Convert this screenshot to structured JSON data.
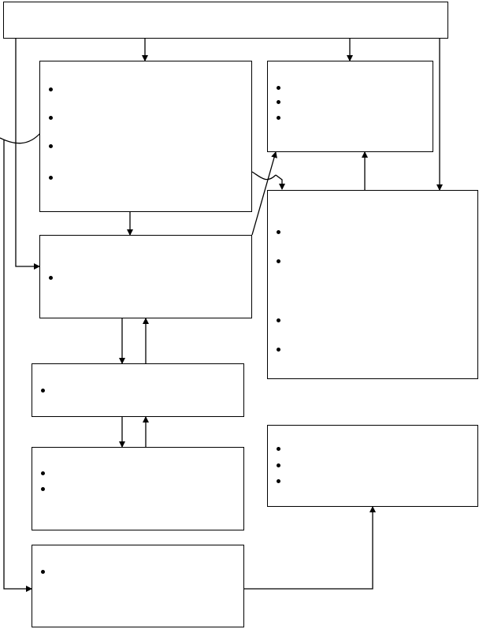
{
  "diagram": {
    "line_color": "#000000",
    "box_fill": "#ffffff",
    "boxes": [
      {
        "id": "top",
        "bullets": []
      },
      {
        "id": "left-1",
        "bullets": [
          "",
          "",
          "",
          ""
        ]
      },
      {
        "id": "right-1",
        "bullets": [
          "",
          "",
          ""
        ]
      },
      {
        "id": "left-2",
        "bullets": [
          ""
        ]
      },
      {
        "id": "right-2",
        "bullets": [
          "",
          "",
          "",
          ""
        ]
      },
      {
        "id": "left-3",
        "bullets": [
          ""
        ]
      },
      {
        "id": "left-4",
        "bullets": [
          "",
          ""
        ]
      },
      {
        "id": "right-3",
        "bullets": [
          "",
          "",
          ""
        ]
      },
      {
        "id": "left-5",
        "bullets": [
          ""
        ]
      }
    ]
  }
}
